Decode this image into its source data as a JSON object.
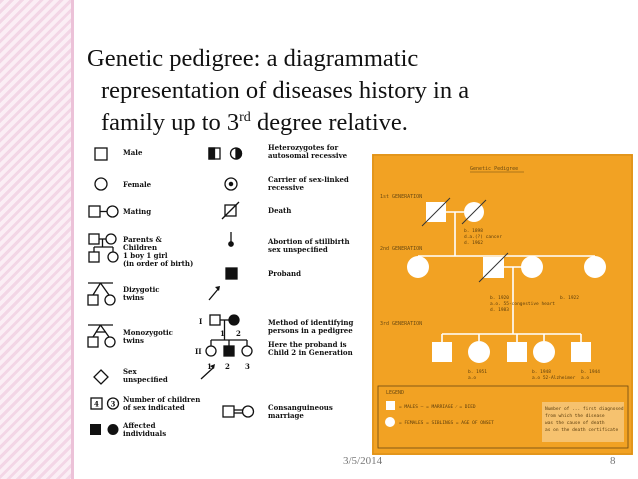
{
  "slide": {
    "title_lines": [
      "Genetic pedigree: a diagrammatic",
      "representation of diseases history in a",
      "family up to 3"
    ],
    "title_sup": "rd",
    "title_tail": " degree relative.",
    "date": "3/5/2014",
    "page_number": "8"
  },
  "legend": {
    "male": "Male",
    "female": "Female",
    "mating": "Mating",
    "parents_children": [
      "Parents &",
      "Children",
      "1 boy 1 girl",
      "(in order of birth)"
    ],
    "dizygotic": [
      "Dizygotic",
      "twins"
    ],
    "monozygotic": [
      "Monozygotic",
      "twins"
    ],
    "sex_unspecified": [
      "Sex",
      "unspecified"
    ],
    "number_children": [
      "Number of children",
      "of sex indicated"
    ],
    "affected": [
      "Affected",
      "individuals"
    ],
    "heterozygotes": [
      "Heterozygotes for",
      "autosomal recessive"
    ],
    "carrier": [
      "Carrier of sex-linked",
      "recessive"
    ],
    "death": "Death",
    "abortion": [
      "Abortion of stillbirth",
      "sex unspecified"
    ],
    "proband": "Proband",
    "method": [
      "Method of identifying",
      "persons in a pedigree"
    ],
    "here": [
      "Here the proband is",
      "Child 2 in Generation II"
    ],
    "consanguineous": [
      "Consanguineous",
      "marriage"
    ],
    "gen_I": "I",
    "gen_II": "II",
    "num_4": "4",
    "num_3": "3",
    "num_1": "1",
    "num_2": "2",
    "num_3b": "3"
  },
  "chart": {
    "title": "Genetic Pedigree",
    "gen1": "1st GENERATION",
    "gen2": "2nd GENERATION",
    "gen3": "3rd GENERATION",
    "legend_title": "LEGEND",
    "legend_row1": "= MALES   — = MARRIAGE   ⁄ = DIED",
    "legend_row2": "= FEMALES   = SIBLINGS   = AGE OF ONSET"
  }
}
